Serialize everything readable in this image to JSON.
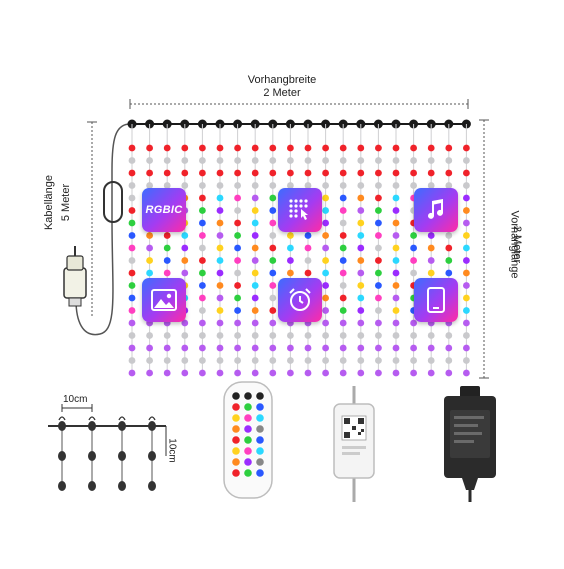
{
  "labels": {
    "width_title": "Vorhangbreite",
    "width_value": "2 Meter",
    "cable_title": "Kabellänge",
    "cable_value": "5 Meter",
    "height_title": "Vorhanglänge",
    "height_value": "2 Meter",
    "spacing_h": "10cm",
    "spacing_v": "10cm"
  },
  "icons": {
    "rgbic": "RGBIC",
    "names": [
      "rgbic-badge-icon",
      "touch-grid-icon",
      "music-note-icon",
      "image-icon",
      "alarm-clock-icon",
      "smartphone-icon"
    ]
  },
  "colors": {
    "icon_gradient_start": "#3d6cff",
    "icon_gradient_end": "#ff2ba6",
    "bead_black": "#1a1a1a",
    "bead_red": "#f0222a",
    "bead_purple": "#b65cf0",
    "bead_gray": "#c9c9cc"
  },
  "products": [
    "remote-control",
    "wifi-controller",
    "power-adapter"
  ]
}
